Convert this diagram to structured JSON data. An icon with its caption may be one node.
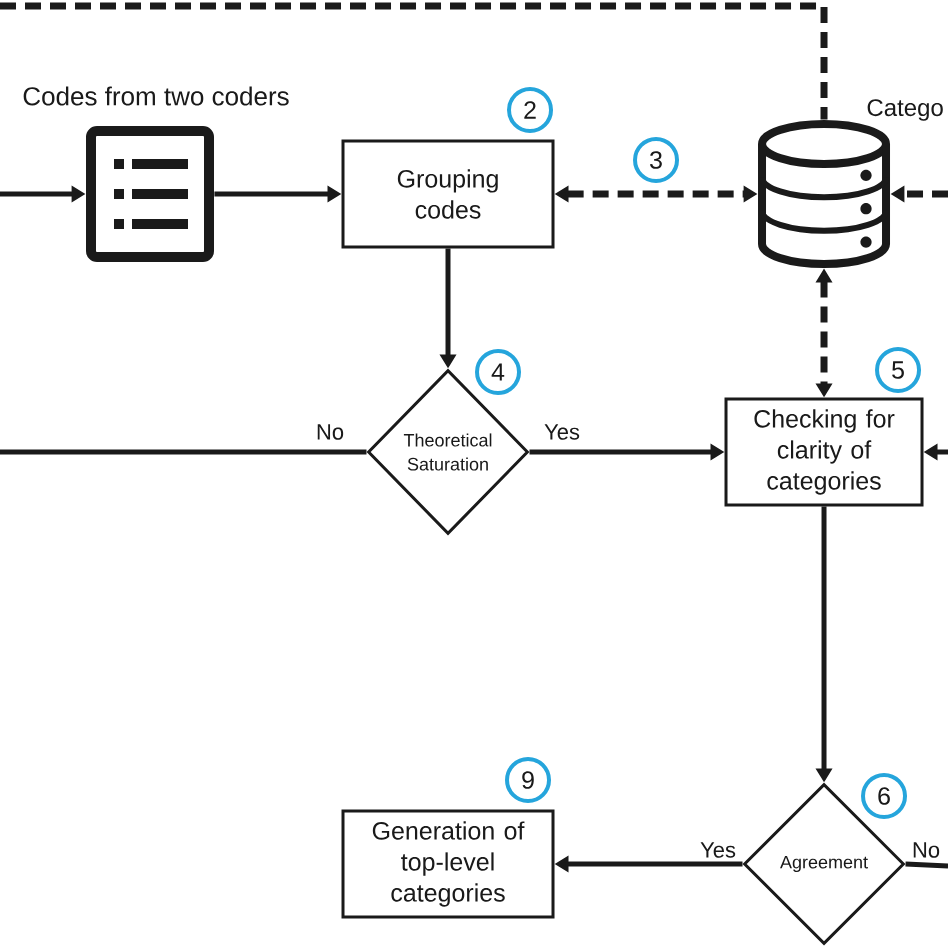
{
  "diagram": {
    "nodes": [
      {
        "text": [
          "Codes from two coders"
        ]
      },
      {
        "text": [
          "Grouping codes"
        ],
        "beside": [
          "2"
        ]
      },
      {
        "text": [],
        "shape": "cylinder",
        "beside": [
          "Catego"
        ]
      },
      {
        "text": [
          "Theoretical Saturation"
        ],
        "beside": [
          "4"
        ]
      },
      {
        "text": [
          "Checking for clarity of categories"
        ],
        "beside": [
          "5"
        ]
      },
      {
        "text": [
          "Agreement"
        ],
        "beside": [
          "6"
        ]
      },
      {
        "text": [
          "Generation of top-level categories"
        ],
        "beside": [
          "9"
        ]
      }
    ],
    "edges": [
      {
        "from": null,
        "to": 0,
        "arrow": "to"
      },
      {
        "from": 0,
        "to": 1,
        "arrow": "to"
      },
      {
        "from": 1,
        "to": 2,
        "arrow": "both",
        "style": "dashed",
        "label": "3"
      },
      {
        "from": null,
        "to": 2,
        "arrow": "none",
        "style": "dashed"
      },
      {
        "from": null,
        "to": 2,
        "arrow": "to",
        "style": "dashed"
      },
      {
        "from": 2,
        "to": 4,
        "arrow": "both",
        "style": "dashed"
      },
      {
        "from": 1,
        "to": 3,
        "arrow": "to"
      },
      {
        "from": 3,
        "to": null,
        "arrow": "none",
        "label": "No"
      },
      {
        "from": 3,
        "to": 4,
        "arrow": "to",
        "label": "Yes"
      },
      {
        "from": null,
        "to": 4,
        "arrow": "to"
      },
      {
        "from": 4,
        "to": 5,
        "arrow": "to"
      },
      {
        "from": 5,
        "to": 6,
        "arrow": "to",
        "label": "Yes"
      },
      {
        "from": 5,
        "to": null,
        "arrow": "none",
        "label": "No"
      }
    ]
  }
}
